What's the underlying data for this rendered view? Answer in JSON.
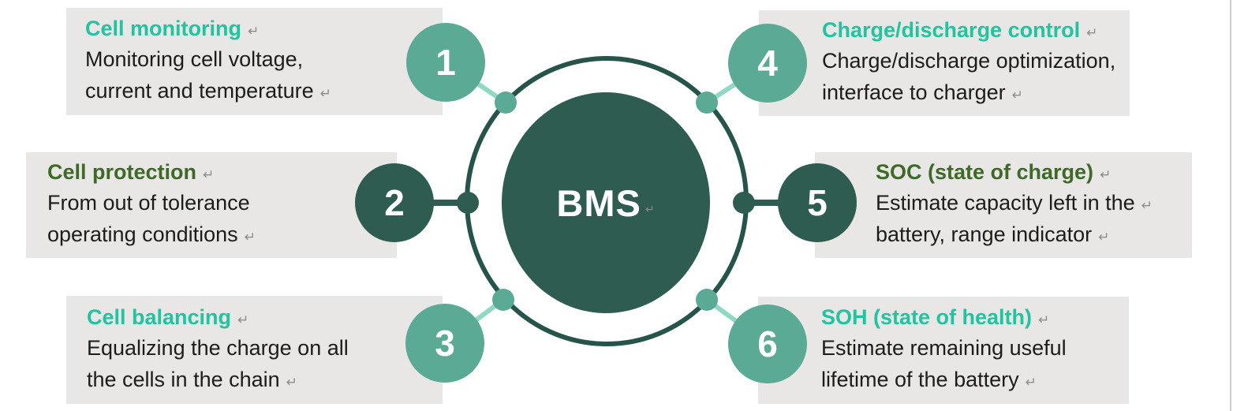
{
  "colors": {
    "box_bg": "#E8E7E5",
    "circle_light": "#5AAA96",
    "circle_dark": "#2E5C50",
    "ring_stroke": "#26544A",
    "connector_light": "#8FD8C2",
    "connector_dark": "#2E5C50",
    "title_teal": "#21C4A0",
    "title_green": "#3E6928",
    "body_text": "#1C1C1C",
    "mark_gray": "#8C8C8C"
  },
  "center": {
    "label": "BMS",
    "mark": "↵"
  },
  "nodes": [
    {
      "number": "1",
      "title": "Cell monitoring",
      "title_mark": "↵",
      "line1": "Monitoring cell voltage,",
      "mark1": "",
      "line2": "current and temperature",
      "mark2": "↵"
    },
    {
      "number": "2",
      "title": "Cell protection",
      "title_mark": "↵",
      "line1": "From out of tolerance",
      "mark1": "",
      "line2": "operating conditions",
      "mark2": "↵"
    },
    {
      "number": "3",
      "title": "Cell balancing",
      "title_mark": "↵",
      "line1": "Equalizing the charge on all",
      "mark1": "",
      "line2": "the cells in the chain",
      "mark2": "↵"
    },
    {
      "number": "4",
      "title": "Charge/discharge control",
      "title_mark": "↵",
      "line1": "Charge/discharge optimization,",
      "mark1": "",
      "line2": "interface to charger",
      "mark2": "↵"
    },
    {
      "number": "5",
      "title": "SOC (state of charge)",
      "title_mark": "↵",
      "line1": "Estimate capacity left in the",
      "mark1": "↵",
      "line2": "battery, range indicator",
      "mark2": "↵"
    },
    {
      "number": "6",
      "title": "SOH (state of health)",
      "title_mark": "↵",
      "line1": "Estimate remaining useful",
      "mark1": "",
      "line2": "lifetime of the battery",
      "mark2": "↵"
    }
  ]
}
